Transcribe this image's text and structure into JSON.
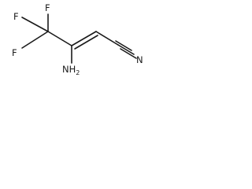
{
  "molecule": {
    "atoms": {
      "f_top": "F",
      "f_left_upper": "F",
      "f_left_lower": "F",
      "amino": "NH",
      "amino_subscript": "2",
      "nitrile_n": "N"
    }
  }
}
